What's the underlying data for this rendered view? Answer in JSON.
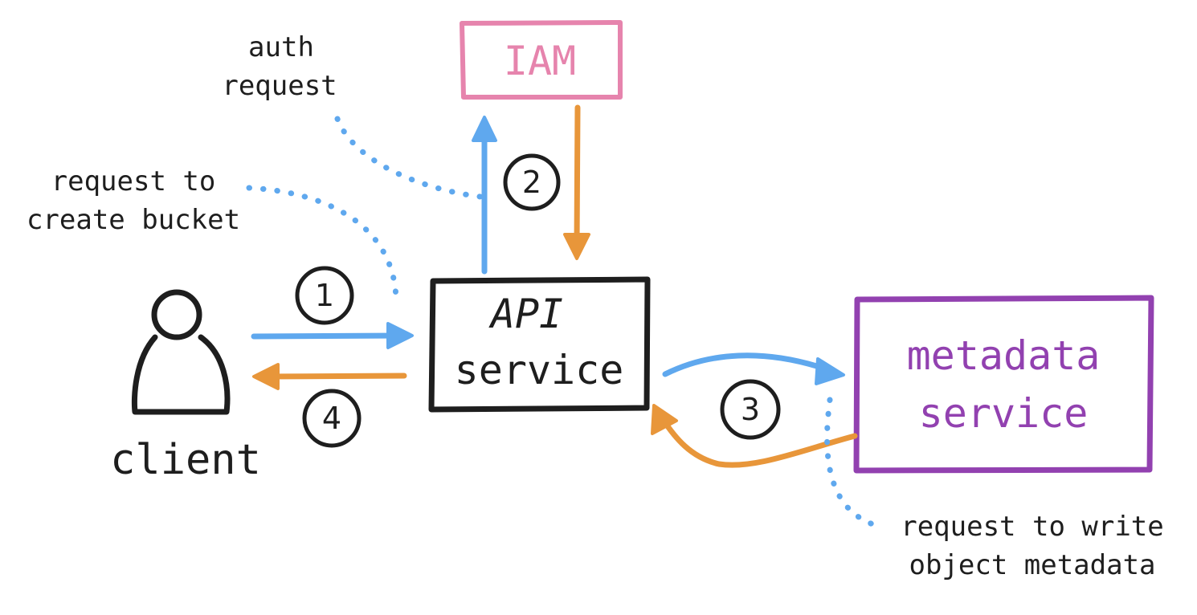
{
  "colors": {
    "ink": "#1e1e1e",
    "request_arrow": "#5fa8ee",
    "response_arrow": "#e8963a",
    "iam": "#e684ad",
    "metadata": "#9241b0",
    "dotted_note": "#5fa8ee"
  },
  "nodes": {
    "client": {
      "label": "client",
      "icon": "person-icon"
    },
    "api_service": {
      "label_line1": "API",
      "label_line2": "service"
    },
    "iam": {
      "label": "IAM"
    },
    "metadata_service": {
      "label_line1": "metadata",
      "label_line2": "service"
    }
  },
  "steps": [
    {
      "number": "1"
    },
    {
      "number": "2"
    },
    {
      "number": "3"
    },
    {
      "number": "4"
    }
  ],
  "annotations": {
    "auth_request": {
      "line1": "auth",
      "line2": "request"
    },
    "create_bucket": {
      "line1": "request to",
      "line2": "create bucket"
    },
    "write_metadata": {
      "line1": "request to write",
      "line2": "object metadata"
    }
  }
}
